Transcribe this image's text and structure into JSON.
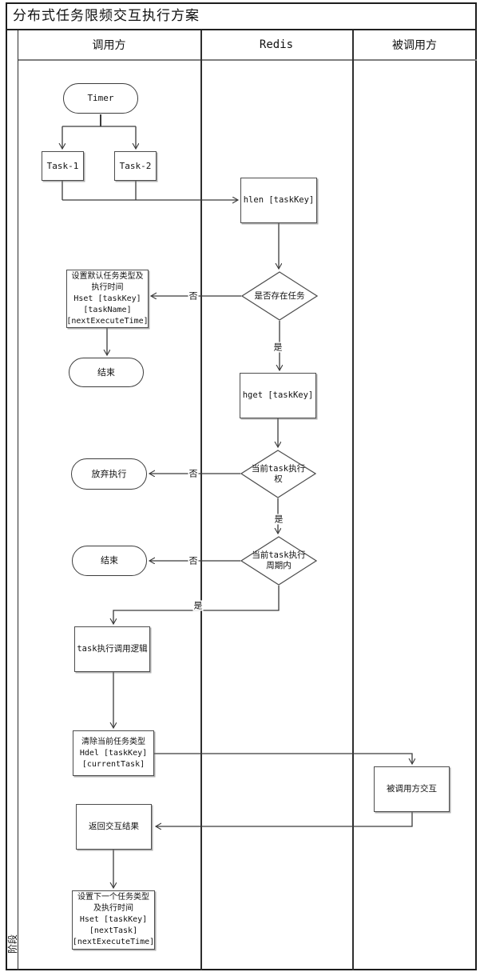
{
  "title": "分布式任务限频交互执行方案",
  "lanes": {
    "phase": "阶段",
    "caller": "调用方",
    "redis": "Redis",
    "callee": "被调用方"
  },
  "nodes": {
    "timer": "Timer",
    "task1": "Task-1",
    "task2": "Task-2",
    "hlen": "hlen [taskKey]",
    "check_task_exists": "是否存在任务",
    "set_default_task": "设置默认任务类型及\n执行时间\nHset [taskKey]\n[taskName]\n[nextExecuteTime]",
    "end_1": "结束",
    "hget": "hget [taskKey]",
    "check_task_right": "当前task执行\n权",
    "abandon": "放弃执行",
    "check_task_cycle": "当前task执行\n周期内",
    "end_2": "结束",
    "task_logic": "task执行调用逻辑",
    "clear_current_task": "清除当前任务类型\nHdel [taskKey]\n[currentTask]",
    "callee_interaction": "被调用方交互",
    "return_result": "返回交互结果",
    "set_next_task": "设置下一个任务类型\n及执行时间\nHset [taskKey]\n[nextTask]\n[nextExecuteTime]"
  },
  "edge_labels": {
    "yes": "是",
    "no": "否"
  },
  "colors": {
    "line": "#3a3a3a",
    "border": "#4d4d4d",
    "header_divider": "#7f7f7f",
    "background": "#ffffff"
  }
}
